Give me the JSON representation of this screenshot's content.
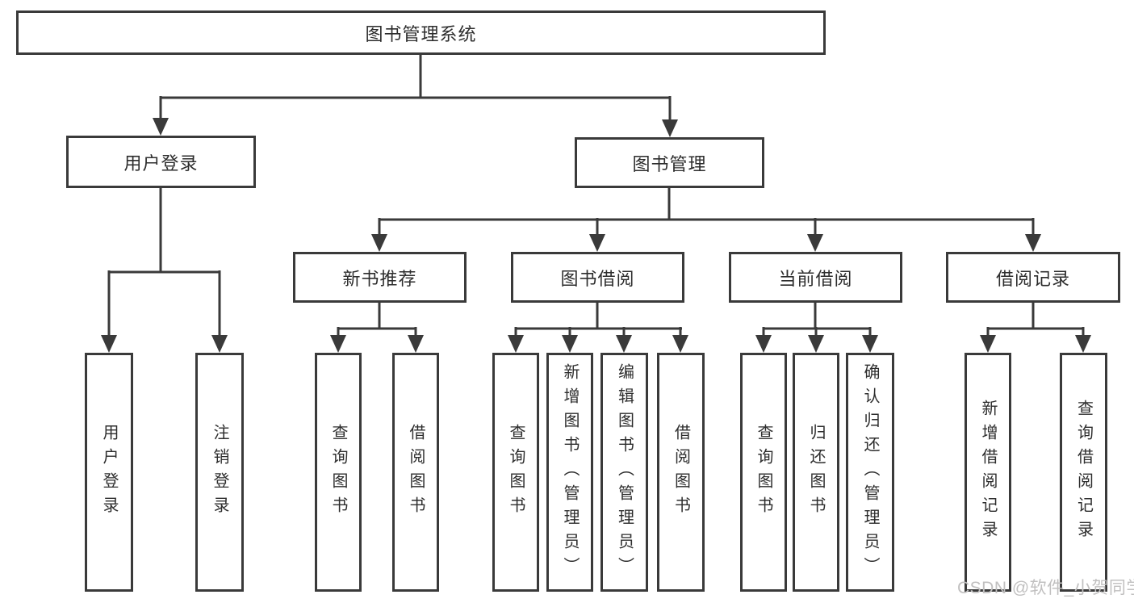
{
  "diagram": {
    "root": {
      "label": "图书管理系统"
    },
    "level2": [
      {
        "id": "user-login",
        "label": "用户登录"
      },
      {
        "id": "book-management",
        "label": "图书管理"
      }
    ],
    "level3": [
      {
        "id": "new-book-recommendation",
        "label": "新书推荐"
      },
      {
        "id": "book-borrowing",
        "label": "图书借阅"
      },
      {
        "id": "current-borrowing",
        "label": "当前借阅"
      },
      {
        "id": "borrowing-records",
        "label": "借阅记录"
      }
    ],
    "leaves": {
      "user_login": [
        "用户登录",
        "注销登录"
      ],
      "new_book_recommendation": [
        "查询图书",
        "借阅图书"
      ],
      "book_borrowing": [
        "查询图书",
        "新增图书（管理员）",
        "编辑图书（管理员）",
        "借阅图书"
      ],
      "current_borrowing": [
        "查询图书",
        "归还图书",
        "确认归还（管理员）"
      ],
      "borrowing_records": [
        "新增借阅记录",
        "查询借阅记录"
      ]
    },
    "line_color": "#3a3a3a",
    "box_background": "#ffffff",
    "text_color": "#2d2d2d"
  },
  "watermark": {
    "text": "CSDN @软件_小贺同学",
    "color": "#c1c0c0"
  }
}
